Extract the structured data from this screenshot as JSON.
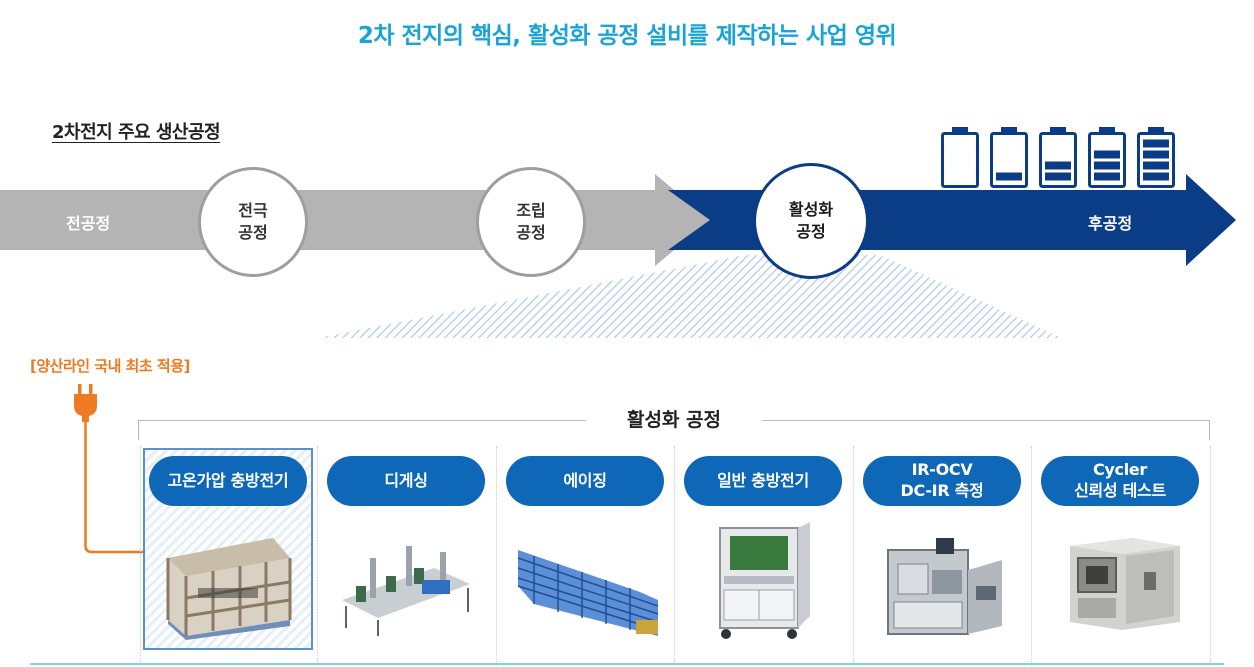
{
  "header": {
    "title": "2차 전지의 핵심, 활성화 공정 설비를 제작하는 사업 영위",
    "subtitle": "2차전지 주요 생산공정"
  },
  "flow": {
    "start_label": "전공정",
    "stages": [
      {
        "label_line1": "전극",
        "label_line2": "공정"
      },
      {
        "label_line1": "조립",
        "label_line2": "공정"
      },
      {
        "label_line1": "활성화",
        "label_line2": "공정"
      }
    ],
    "end_label": "후공정",
    "battery_levels": [
      0,
      0.25,
      0.5,
      0.75,
      1.0
    ]
  },
  "mass_production_note": "[양산라인 국내 최초 적용]",
  "activation": {
    "section_label": "활성화 공정",
    "steps": [
      {
        "line1": "고온가압 충방전기",
        "line2": ""
      },
      {
        "line1": "디게싱",
        "line2": ""
      },
      {
        "line1": "에이징",
        "line2": ""
      },
      {
        "line1": "일반 충방전기",
        "line2": ""
      },
      {
        "line1": "IR-OCV",
        "line2": "DC-IR 측정"
      },
      {
        "line1": "Cycler",
        "line2": "신뢰성 테스트"
      }
    ]
  },
  "colors": {
    "title": "#1aa3d6",
    "gray_arrow": "#b4b4b4",
    "blue_arrow": "#0b3c86",
    "step_button": "#0e67b7",
    "note_orange": "#ee7a22",
    "hatch": "#a9c3e6"
  }
}
